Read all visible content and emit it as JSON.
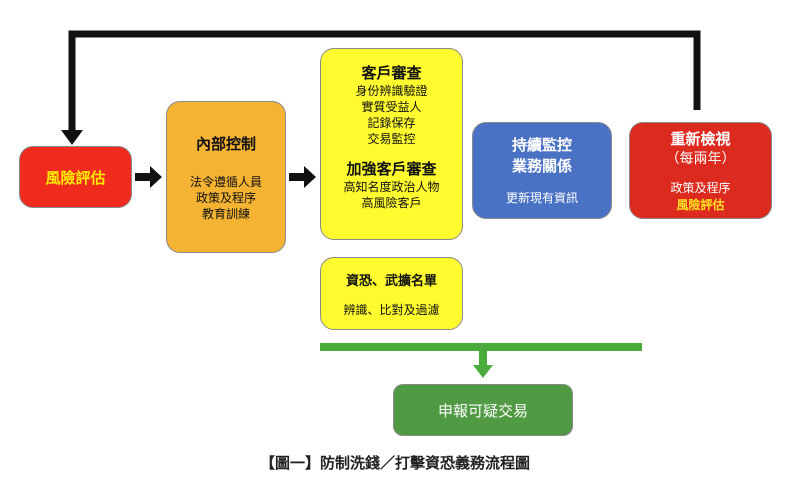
{
  "risk": {
    "title": "風險評估"
  },
  "internal": {
    "title": "內部控制",
    "lines": [
      "法令遵循人員",
      "政策及程序",
      "教育訓練"
    ]
  },
  "cdd": {
    "title": "客戶審查",
    "lines": [
      "身份辨識驗證",
      "實質受益人",
      "記錄保存",
      "交易監控"
    ],
    "edd_title": "加強客戶審查",
    "edd_lines": [
      "高知名度政治人物",
      "高風險客戶"
    ]
  },
  "monitor": {
    "title_lines": [
      "持續監控",
      "業務關係"
    ],
    "subtitle": "更新現有資訊"
  },
  "review": {
    "title": "重新檢視",
    "period": "（每兩年）",
    "line1": "政策及程序",
    "line2": "風險評估"
  },
  "sanction": {
    "title": "資恐、武擴名單",
    "subtitle": "辨識、比對及過濾"
  },
  "report": {
    "title": "申報可疑交易"
  },
  "caption": "【圖一】防制洗錢／打擊資恐義務流程圖",
  "colors": {
    "red": "#ee2b1d",
    "orange": "#f4b332",
    "yellow": "#fffb2e",
    "blue": "#4a72c4",
    "green": "#4f9a43"
  }
}
